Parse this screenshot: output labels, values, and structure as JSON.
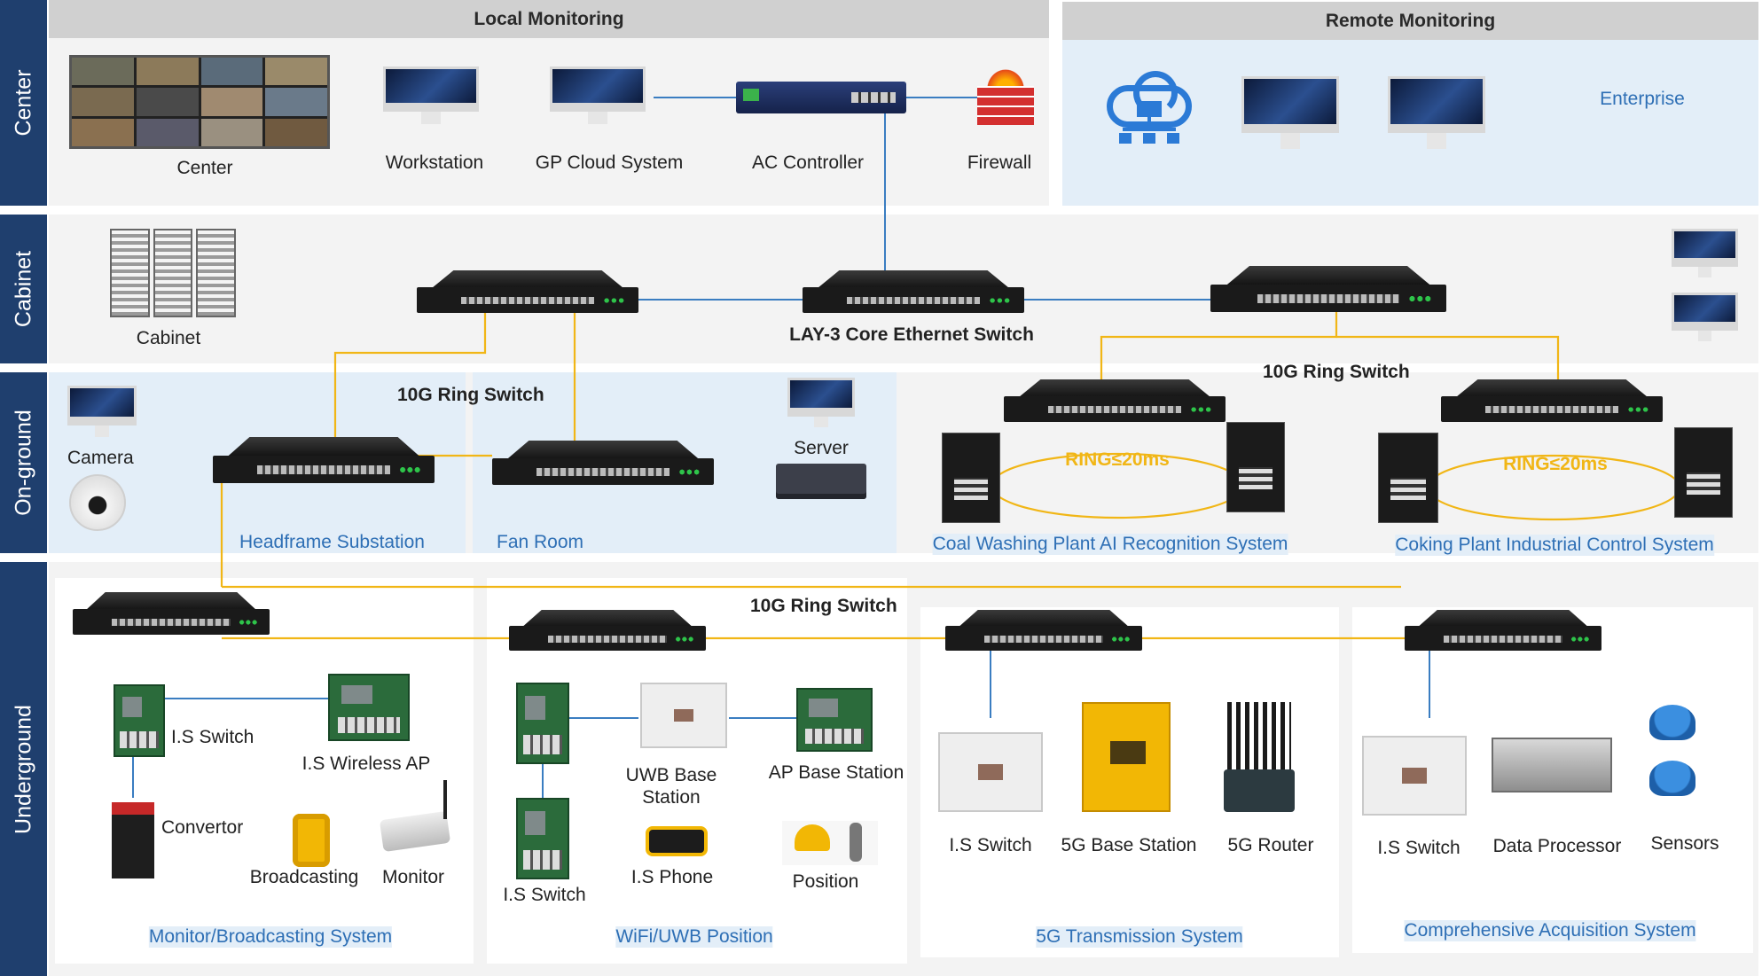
{
  "colors": {
    "tier_bg": "#1f3f6e",
    "link_blue": "#3a7dc1",
    "ring_yellow": "#f1b616",
    "label_blue": "#2e6fb5"
  },
  "tiers": [
    "Center",
    "Cabinet",
    "On-ground",
    "Underground"
  ],
  "headers": {
    "local": "Local Monitoring",
    "remote": "Remote Monitoring"
  },
  "center": {
    "video_wall": "Center",
    "workstation": "Workstation",
    "gp_cloud": "GP Cloud System",
    "ac_controller": "AC  Controller",
    "firewall": "Firewall",
    "enterprise": "Enterprise",
    "cloud_icon": "cloud-network-icon",
    "firewall_icon": "firewall-icon"
  },
  "cabinet": {
    "label": "Cabinet",
    "core_switch": "LAY-3 Core Ethernet Switch"
  },
  "onground": {
    "ring_switch_left": "10G Ring Switch",
    "ring_switch_right": "10G Ring Switch",
    "camera": "Camera",
    "server": "Server",
    "headframe": "Headframe Substation",
    "fan_room": "Fan Room",
    "ring1": "RING≤20ms",
    "ring2": "RING≤20ms",
    "coal": "Coal Washing Plant AI Recognition System",
    "coking": "Coking Plant Industrial Control System"
  },
  "underground": {
    "ring_switch": "10G Ring Switch",
    "is_switch_1": "I.S Switch",
    "wireless_ap": "I.S Wireless AP",
    "convertor": "Convertor",
    "broadcasting": "Broadcasting",
    "monitor": "Monitor",
    "monitor_system": "Monitor/Broadcasting System",
    "uwb_base": "UWB Base Station",
    "ap_base": "AP Base Station",
    "is_switch_2": "I.S Switch",
    "is_phone": "I.S Phone",
    "position": "Position",
    "wifi_system": "WiFi/UWB  Position",
    "is_switch_3": "I.S Switch",
    "base_5g": "5G Base Station",
    "router_5g": "5G Router",
    "system_5g": "5G Transmission System",
    "is_switch_4": "I.S Switch",
    "data_processor": "Data Processor",
    "sensors": "Sensors",
    "acquisition_system": "Comprehensive Acquisition System"
  }
}
